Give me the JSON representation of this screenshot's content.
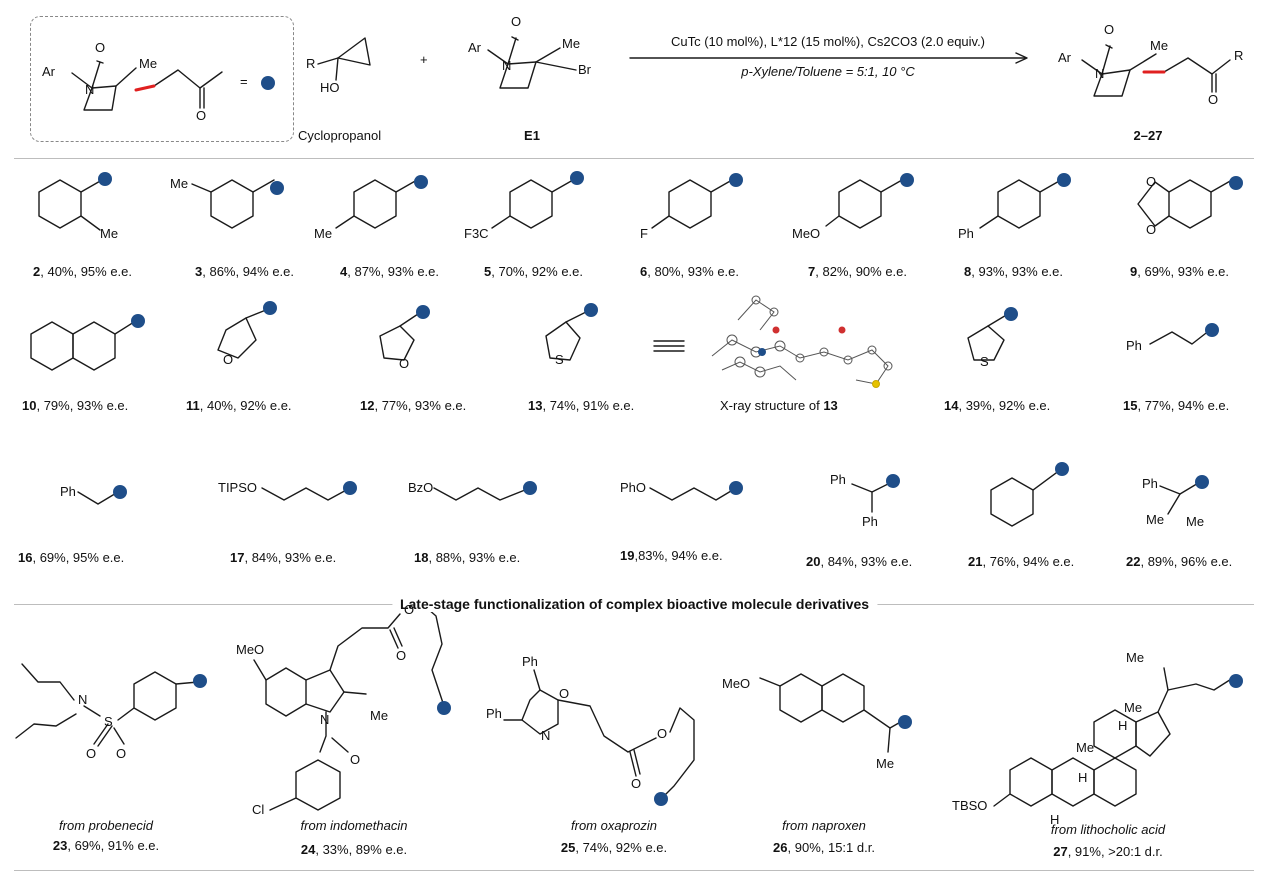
{
  "colors": {
    "accent": "#1f4e89",
    "bond": "#1a1a1a",
    "stereo_bond": "#e02020",
    "divider": "#bdbdbd"
  },
  "header": {
    "cyclopropanol_label": "Cyclopropanol",
    "e1_label": "E1",
    "product_label": "2–27",
    "conditions_line1": "CuTc (10 mol%), L*12 (15 mol%), Cs2CO3 (2.0 equiv.)",
    "conditions_line2": "p-Xylene/Toluene = 5:1, 10 °C",
    "plus": "+",
    "equals": "="
  },
  "atoms": {
    "ar": "Ar",
    "n": "N",
    "o": "O",
    "me": "Me",
    "r": "R",
    "ho": "HO",
    "br": "Br",
    "f3c": "F3C",
    "f": "F",
    "meo": "MeO",
    "ph": "Ph",
    "s": "S",
    "tipso": "TIPSO",
    "bzo": "BzO",
    "pho": "PhO",
    "cl": "Cl",
    "tbso": "TBSO",
    "h": "H"
  },
  "entries_row1": [
    {
      "num": "2",
      "text": ", 40%, 95% e.e."
    },
    {
      "num": "3",
      "text": ", 86%, 94% e.e."
    },
    {
      "num": "4",
      "text": ", 87%, 93% e.e."
    },
    {
      "num": "5",
      "text": ", 70%, 92% e.e."
    },
    {
      "num": "6",
      "text": ", 80%, 93% e.e."
    },
    {
      "num": "7",
      "text": ", 82%, 90% e.e."
    },
    {
      "num": "8",
      "text": ", 93%, 93% e.e."
    },
    {
      "num": "9",
      "text": ", 69%, 93% e.e."
    }
  ],
  "entries_row2": [
    {
      "num": "10",
      "text": ", 79%, 93% e.e."
    },
    {
      "num": "11",
      "text": ", 40%, 92% e.e."
    },
    {
      "num": "12",
      "text": ", 77%, 93% e.e."
    },
    {
      "num": "13",
      "text": ", 74%, 91% e.e."
    },
    {
      "num": "14",
      "text": ", 39%, 92% e.e."
    },
    {
      "num": "15",
      "text": ", 77%, 94% e.e."
    }
  ],
  "xray": {
    "text": "X-ray structure of ",
    "num": "13"
  },
  "entries_row3": [
    {
      "num": "16",
      "text": ", 69%, 95% e.e."
    },
    {
      "num": "17",
      "text": ", 84%, 93% e.e."
    },
    {
      "num": "18",
      "text": ", 88%, 93% e.e."
    },
    {
      "num": "19",
      "text": ",83%, 94% e.e."
    },
    {
      "num": "20",
      "text": ", 84%, 93% e.e."
    },
    {
      "num": "21",
      "text": ", 76%, 94% e.e."
    },
    {
      "num": "22",
      "text": ", 89%, 96% e.e."
    }
  ],
  "section_title": "Late-stage functionalization of complex bioactive molecule derivatives",
  "late_stage": [
    {
      "from": "from probenecid",
      "num": "23",
      "text": ", 69%, 91% e.e."
    },
    {
      "from": "from indomethacin",
      "num": "24",
      "text": ", 33%, 89% e.e."
    },
    {
      "from": "from oxaprozin",
      "num": "25",
      "text": ", 74%, 92% e.e."
    },
    {
      "from": "from naproxen",
      "num": "26",
      "text": ", 90%, 15:1 d.r."
    },
    {
      "from": "from lithocholic acid",
      "num": "27",
      "text": ", 91%, >20:1 d.r."
    }
  ]
}
